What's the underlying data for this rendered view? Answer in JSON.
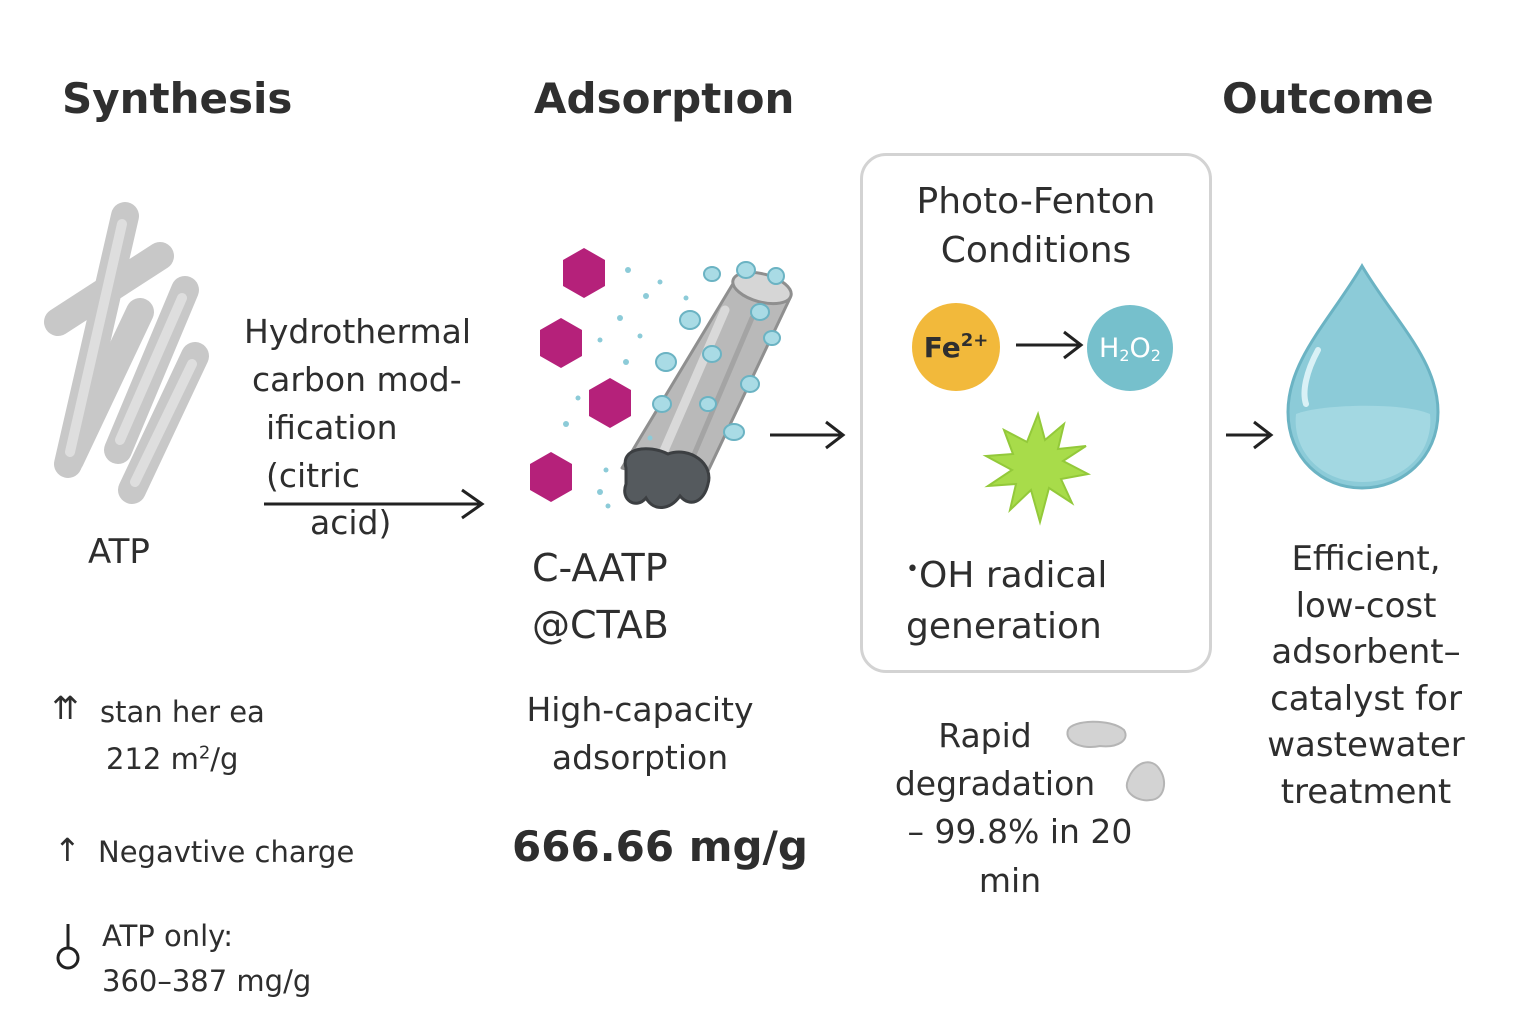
{
  "headings": {
    "synthesis": "Synthesis",
    "adsorption": "Adsorptıon",
    "outcome": "Outcome"
  },
  "synthesis": {
    "material_label": "ATP",
    "process_lines": [
      "Hydrothermal",
      "carbon mod-",
      "ification (citric",
      "acid)"
    ],
    "props": [
      {
        "icon": "double-up-arrow-icon",
        "glyph": "⇈",
        "line1": "stan her ea",
        "line2_value": "212 m",
        "line2_sup": "2",
        "line2_unit": "/g"
      },
      {
        "icon": "up-arrow-icon",
        "glyph": "↑",
        "line1": "Negavtive charge"
      },
      {
        "icon": "ring-pin-icon",
        "line1": "ATP only:",
        "line2": "360–387 mg/g"
      }
    ]
  },
  "adsorption": {
    "product_line1": "C-AATP",
    "product_line2": "@CTAB",
    "desc_line1": "High-capacity",
    "desc_line2": "adsorption",
    "capacity": "666.66 mg/g"
  },
  "photo_fenton": {
    "title_line1": "Photo-Fenton",
    "title_line2": "Conditions",
    "fe_base": "Fe",
    "fe_sup": "2+",
    "h2o2_h": "H",
    "h2o2_sub1": "2",
    "h2o2_o": "O",
    "h2o2_sub2": "2",
    "radical_dot": "•",
    "radical_line1": "OH radical",
    "radical_line2": "generation",
    "colors": {
      "fe": "#f2b93b",
      "h2o2": "#76c0cc",
      "radical": "#a8dc4a"
    }
  },
  "degradation": {
    "line1": "Rapid",
    "line2": "degradation",
    "line3": "– 99.8% in 20",
    "line4": "min"
  },
  "outcome": {
    "lines": [
      "Efficient,",
      "low-cost",
      "adsorbent–",
      "catalyst for",
      "wastewater",
      "treatment"
    ],
    "drop_color": "#8ccbd8"
  },
  "colors": {
    "hexagon": "#b5217a",
    "rod": "#b9b9b9",
    "bubble": "#a9dbe5",
    "carbon": "#555a5e"
  }
}
